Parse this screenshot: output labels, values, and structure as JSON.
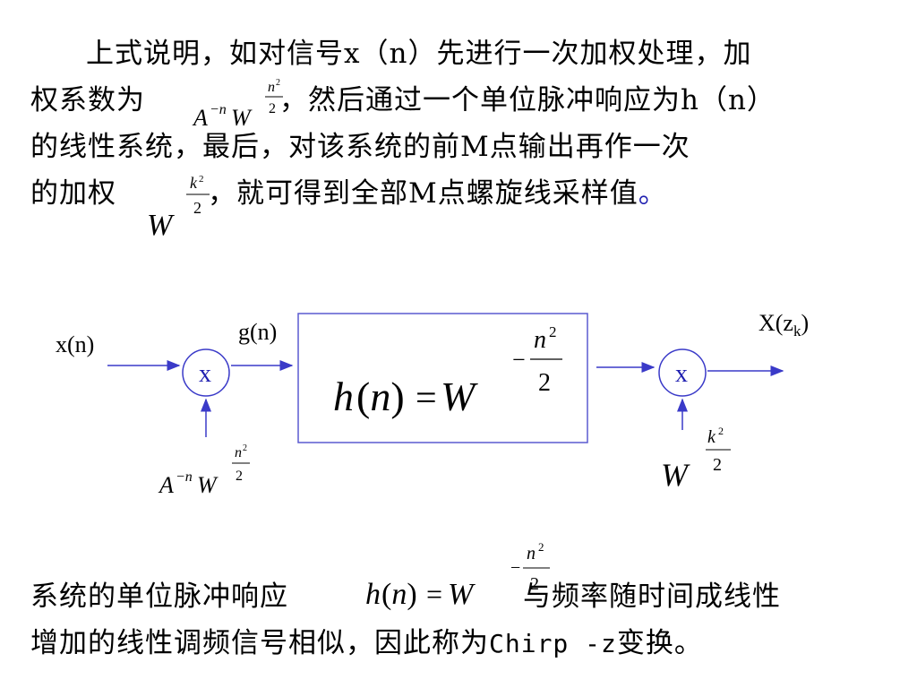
{
  "paragraph1": {
    "line1": "上式说明，如对信号x（n）先进行一次加权处理，加",
    "line2a": "权系数为",
    "line2b": "，然后通过一个单位脉冲响应为h（n）",
    "line3": "的线性系统，最后，对该系统的前M点输出再作一次",
    "line4a": "的加权",
    "line4b": "，就可得到全部M点螺旋线采样值",
    "line4c": "。"
  },
  "diagram": {
    "input_label": "x(n)",
    "g_label": "g(n)",
    "output_label": "X(z",
    "output_sub": "k",
    "output_close": ")",
    "mult1_symbol": "x",
    "mult2_symbol": "x",
    "box_formula_lhs": "h(n) = W",
    "colors": {
      "lines": "#3a3ac8",
      "mult_text": "#1f1fb0",
      "box_border": "#5a5ad0"
    }
  },
  "math": {
    "A": "A",
    "neg_n": "−n",
    "W": "W",
    "n_sq": "n",
    "two": "2",
    "k": "k",
    "minus": "−",
    "h_of_n": "h(n)",
    "equals": "="
  },
  "paragraph2": {
    "line1a": "系统的单位脉冲响应",
    "line1b": "与频率随时间成线性",
    "line2a": "增加的线性调频信号相似，因此称为",
    "line2b": "Chirp -z",
    "line2c": "变换。"
  }
}
